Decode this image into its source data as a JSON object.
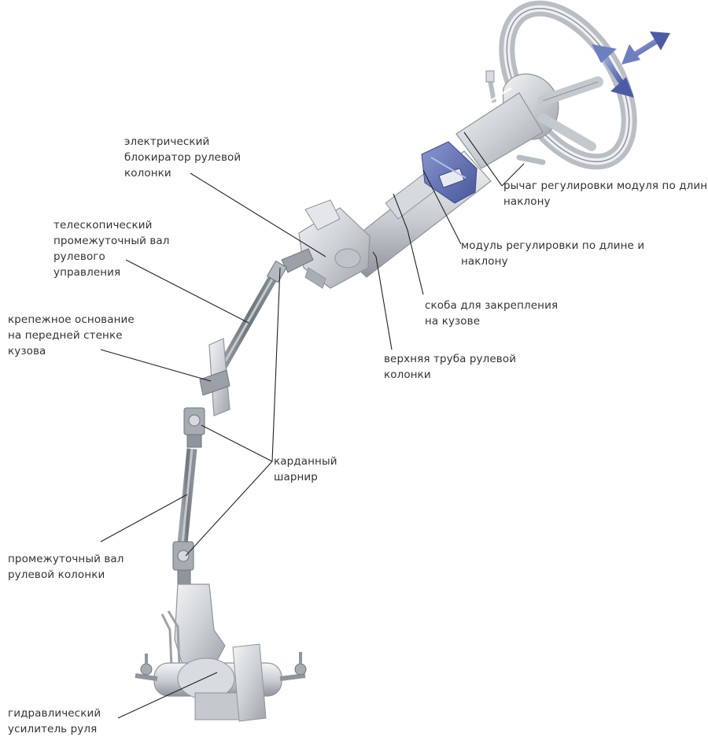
{
  "labels": {
    "lock": [
      "электрический",
      "блокиратор рулевой",
      "колонки"
    ],
    "telescopic": [
      "телескопический",
      "промежуточный вал",
      "рулевого",
      "управления"
    ],
    "mount": [
      "крепежное основание",
      "на передней стенке",
      "кузова"
    ],
    "lever": [
      "рычаг регулировки модуля по длине и",
      "наклону"
    ],
    "module": [
      "модуль регулировки по длине и",
      "наклону"
    ],
    "bracket": [
      "скоба для закрепления",
      "на кузове"
    ],
    "tube": [
      "верхняя труба рулевой",
      "колонки"
    ],
    "joint": [
      "карданный",
      "шарнир"
    ],
    "intermediate": [
      "промежуточный вал",
      "рулевой колонки"
    ],
    "booster": [
      "гидравлический",
      "усилитель руля"
    ]
  },
  "colors": {
    "part": "#c9cdd2",
    "part_dark": "#8e949c",
    "part_light": "#eceef0",
    "module": "#5a6bb0",
    "arrow": "#6e7fc0",
    "leader": "#222222",
    "text": "#333333"
  },
  "icons": {
    "adjust_arrows": "double-headed-arrows-icon"
  }
}
